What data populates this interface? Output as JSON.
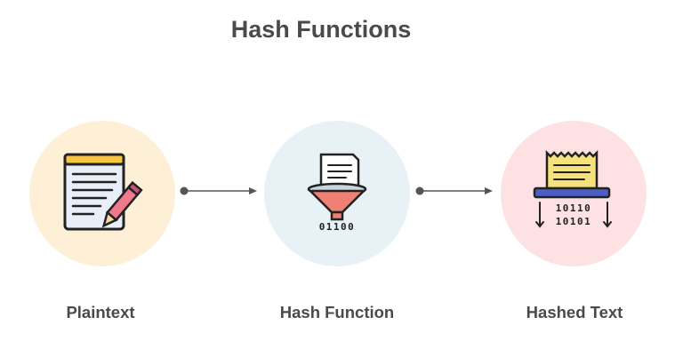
{
  "title": "Hash Functions",
  "steps": [
    {
      "label": "Plaintext",
      "icon": "notepad-pencil-icon"
    },
    {
      "label": "Hash Function",
      "icon": "document-funnel-icon",
      "binary": "01100"
    },
    {
      "label": "Hashed Text",
      "icon": "shredder-binary-icon",
      "binary": [
        "10110",
        "10101"
      ]
    }
  ],
  "colors": {
    "title": "#4a4a4a",
    "circle_plaintext": "#fdf0d6",
    "circle_hash_function": "#e7f1f6",
    "circle_hashed_text": "#fde1e3",
    "arrow": "#555555"
  }
}
